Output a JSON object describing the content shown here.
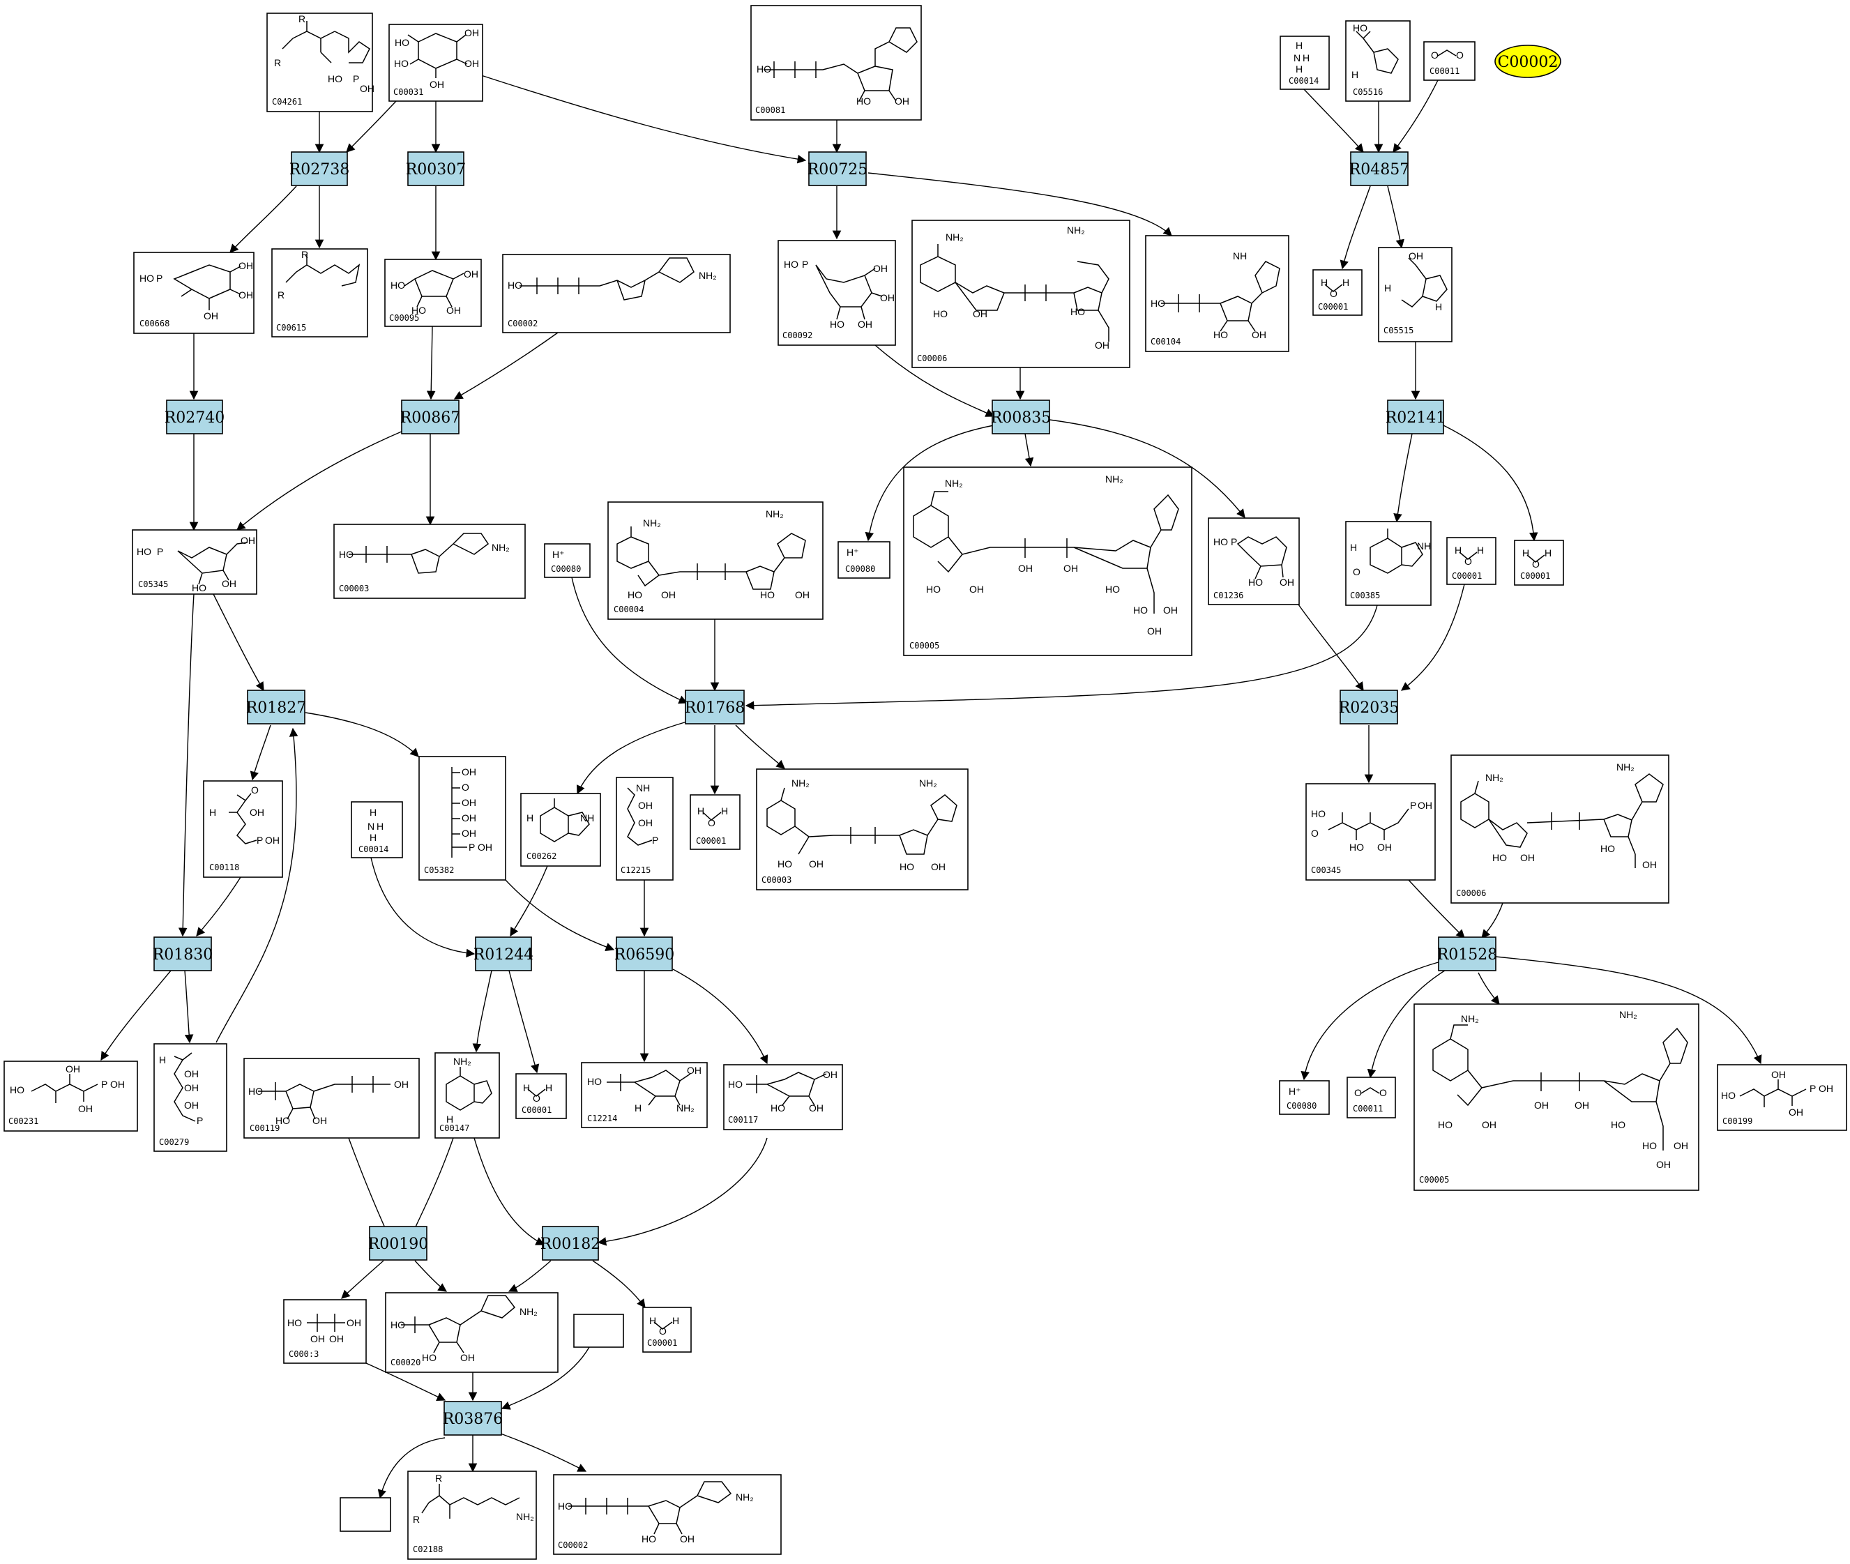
{
  "colors": {
    "reaction_fill": "#add8e6",
    "highlight_fill": "#ffff00",
    "line": "#000000"
  },
  "reactions": {
    "R02738": "R02738",
    "R00307": "R00307",
    "R00725": "R00725",
    "R04857": "R04857",
    "R02740": "R02740",
    "R00867": "R00867",
    "R00835": "R00835",
    "R02141": "R02141",
    "R01827": "R01827",
    "R01768": "R01768",
    "R02035": "R02035",
    "R01830": "R01830",
    "R01244": "R01244",
    "R06590": "R06590",
    "R01528": "R01528",
    "R00190": "R00190",
    "R00182": "R00182",
    "R03876": "R03876"
  },
  "highlight": {
    "label": "C00002"
  },
  "compounds": {
    "c04261": "C04261",
    "c00031": "C00031",
    "c00081": "C00081",
    "c00014_top": "C00014",
    "c05516": "C05516",
    "c00011_top": "C00011",
    "c00668": "C00668",
    "c00615": "C00615",
    "c00095": "C00095",
    "c00002_mid": "C00002",
    "c00092": "C00092",
    "c00006_top": "C00006",
    "c00104": "C00104",
    "c00001_r04857": "C00001",
    "c05515": "C05515",
    "c05345": "C05345",
    "c00003_top": "C00003",
    "c00080_left": "C00080",
    "c00004": "C00004",
    "c00080_mid": "C00080",
    "c00005_top": "C00005",
    "c01236": "C01236",
    "c00385": "C00385",
    "c00001_a": "C00001",
    "c00001_b": "C00001",
    "c00118": "C00118",
    "c05382": "C05382",
    "c00014_mid": "C00014",
    "c00262": "C00262",
    "c12215": "C12215",
    "c00001_r01768": "C00001",
    "c00003_mid": "C00003",
    "c00345": "C00345",
    "c00006_right": "C00006",
    "c00231": "C00231",
    "c00279": "C00279",
    "c00119": "C00119",
    "c00147": "C00147",
    "c00001_r01244": "C00001",
    "c12214": "C12214",
    "c00117": "C00117",
    "c00080_right": "C00080",
    "c00011_right": "C00011",
    "c00005_right": "C00005",
    "c00199": "C00199",
    "c00013": "C000:3",
    "c00020": "C00020",
    "c00001_r00182": "C00001",
    "c02188": "C02188",
    "c00002_bottom": "C00002"
  },
  "atom_labels": {
    "hplus": "H⁺",
    "ho": "HO",
    "oh": "OH",
    "o": "O",
    "p": "P",
    "n": "N",
    "nh": "NH",
    "nh2": "NH₂",
    "h": "H",
    "r": "R",
    "water_o": "O"
  }
}
